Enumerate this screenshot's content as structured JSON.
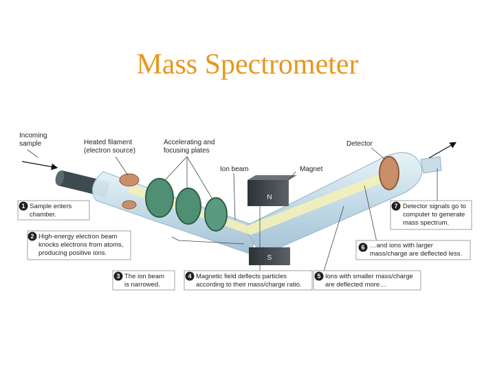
{
  "title": "Mass Spectrometer",
  "labels": {
    "incoming": [
      "Incoming",
      "sample"
    ],
    "filament": [
      "Heated filament",
      "(electron source)"
    ],
    "plates": [
      "Accelerating and",
      "focusing plates"
    ],
    "ion_beam": "Ion beam",
    "magnet": "Magnet",
    "detector": "Detector",
    "magnet_north": "N",
    "magnet_south": "S"
  },
  "steps": [
    {
      "number": "1",
      "lines": [
        "Sample enters",
        "chamber."
      ]
    },
    {
      "number": "2",
      "lines": [
        "High-energy electron beam",
        "knocks electrons from atoms,",
        "producing positive ions."
      ]
    },
    {
      "number": "3",
      "lines": [
        "The ion beam",
        "is narrowed."
      ]
    },
    {
      "number": "4",
      "lines": [
        "Magnetic field deflects particles",
        "according to their mass/charge ratio."
      ]
    },
    {
      "number": "5",
      "lines": [
        "Ions with smaller mass/charge",
        "are deflected more…"
      ]
    },
    {
      "number": "6",
      "lines": [
        "…and ions with larger",
        "mass/charge are deflected less."
      ]
    },
    {
      "number": "7",
      "lines": [
        "Detector signals go to",
        "computer to generate",
        "mass spectrum."
      ]
    }
  ],
  "colors": {
    "title": "#e8961e",
    "tube": "#cfe3ee",
    "beam": "#f4efb8",
    "plates": "#4f8f73",
    "magnet": "#3f4549",
    "step_badge": "#1f1f1f",
    "caption_box": "#ffffff"
  }
}
